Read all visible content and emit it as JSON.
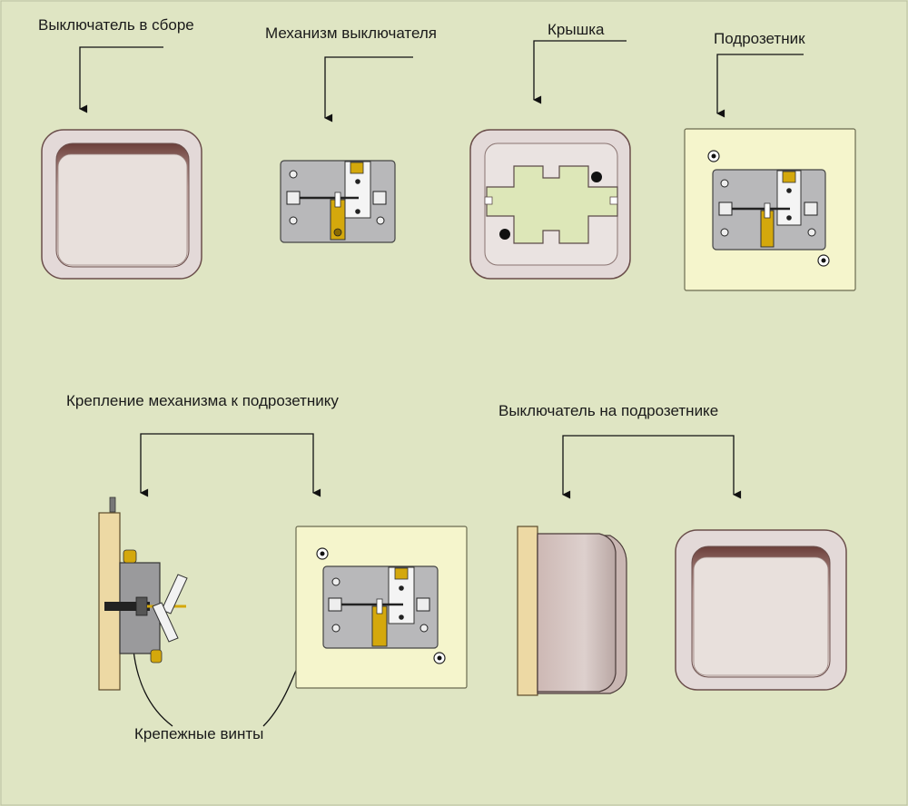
{
  "labels": {
    "assembled_switch": "Выключатель в сборе",
    "switch_mechanism": "Механизм  выключателя",
    "cover": "Крышка",
    "box": "Подрозетник",
    "mounting": "Крепление  механизма к подрозетнику",
    "switch_on_box": "Выключатель на подрозетнике",
    "screws": "Крепежные винты"
  },
  "colors": {
    "background": "#dfe5c3",
    "frame": "#e3d9d8",
    "key": "#e8e0dc",
    "mechanism_plate": "#b8b8ba",
    "brass": "#d4a80c",
    "box_plate": "#f5f5cc",
    "cover_cross": "#dde7b8",
    "wall": "#edd9a4"
  }
}
